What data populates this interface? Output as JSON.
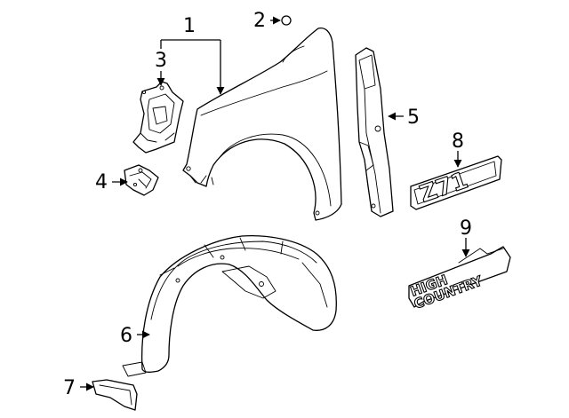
{
  "callouts": [
    {
      "id": "1",
      "label": "1"
    },
    {
      "id": "2",
      "label": "2"
    },
    {
      "id": "3",
      "label": "3"
    },
    {
      "id": "4",
      "label": "4"
    },
    {
      "id": "5",
      "label": "5"
    },
    {
      "id": "6",
      "label": "6"
    },
    {
      "id": "7",
      "label": "7"
    },
    {
      "id": "8",
      "label": "8"
    },
    {
      "id": "9",
      "label": "9"
    }
  ],
  "emblems": {
    "z71": "Z71",
    "high_country_line1": "HIGH",
    "high_country_line2": "COUNTRY"
  },
  "colors": {
    "line": "#000000",
    "background": "#ffffff"
  }
}
